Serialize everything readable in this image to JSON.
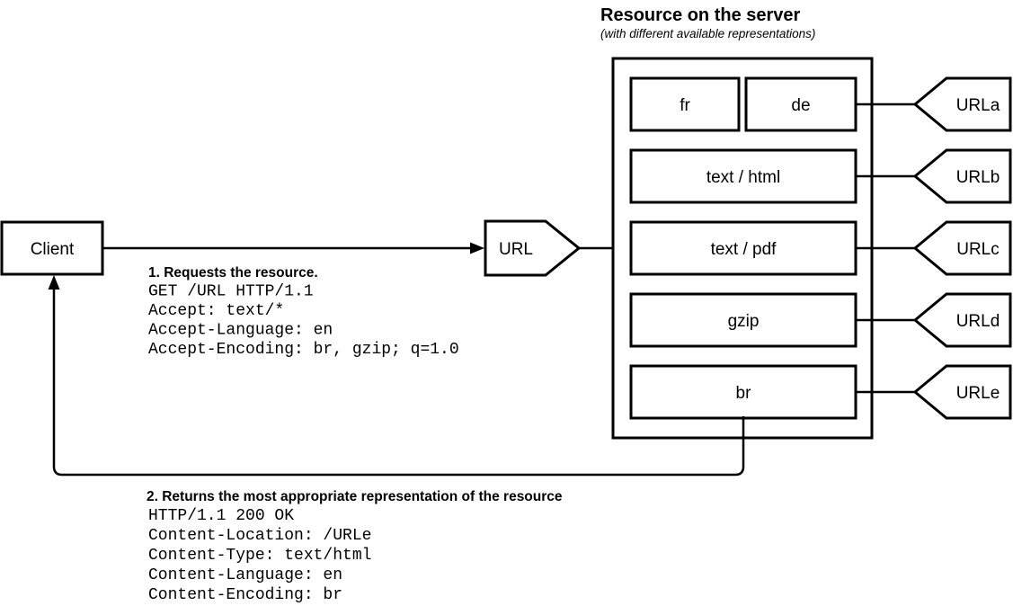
{
  "title": {
    "heading": "Resource on the server",
    "subtitle": "(with different available representations)"
  },
  "client": {
    "label": "Client"
  },
  "url_node": {
    "label": "URL"
  },
  "server": {
    "representations": [
      {
        "label": "fr"
      },
      {
        "label": "de"
      },
      {
        "label": "text / html"
      },
      {
        "label": "text / pdf"
      },
      {
        "label": "gzip"
      },
      {
        "label": "br"
      }
    ],
    "url_tags": [
      {
        "label": "URLa"
      },
      {
        "label": "URLb"
      },
      {
        "label": "URLc"
      },
      {
        "label": "URLd"
      },
      {
        "label": "URLe"
      }
    ]
  },
  "request": {
    "heading": "1. Requests the resource.",
    "lines": [
      "GET /URL HTTP/1.1",
      "Accept: text/*",
      "Accept-Language: en",
      "Accept-Encoding: br, gzip; q=1.0"
    ]
  },
  "response": {
    "heading": "2. Returns the most appropriate representation of the resource",
    "lines": [
      "HTTP/1.1 200 OK",
      "Content-Location: /URLe",
      "Content-Type: text/html",
      "Content-Language: en",
      "Content-Encoding: br"
    ]
  },
  "colors": {
    "stroke": "#000000",
    "background": "#ffffff"
  }
}
